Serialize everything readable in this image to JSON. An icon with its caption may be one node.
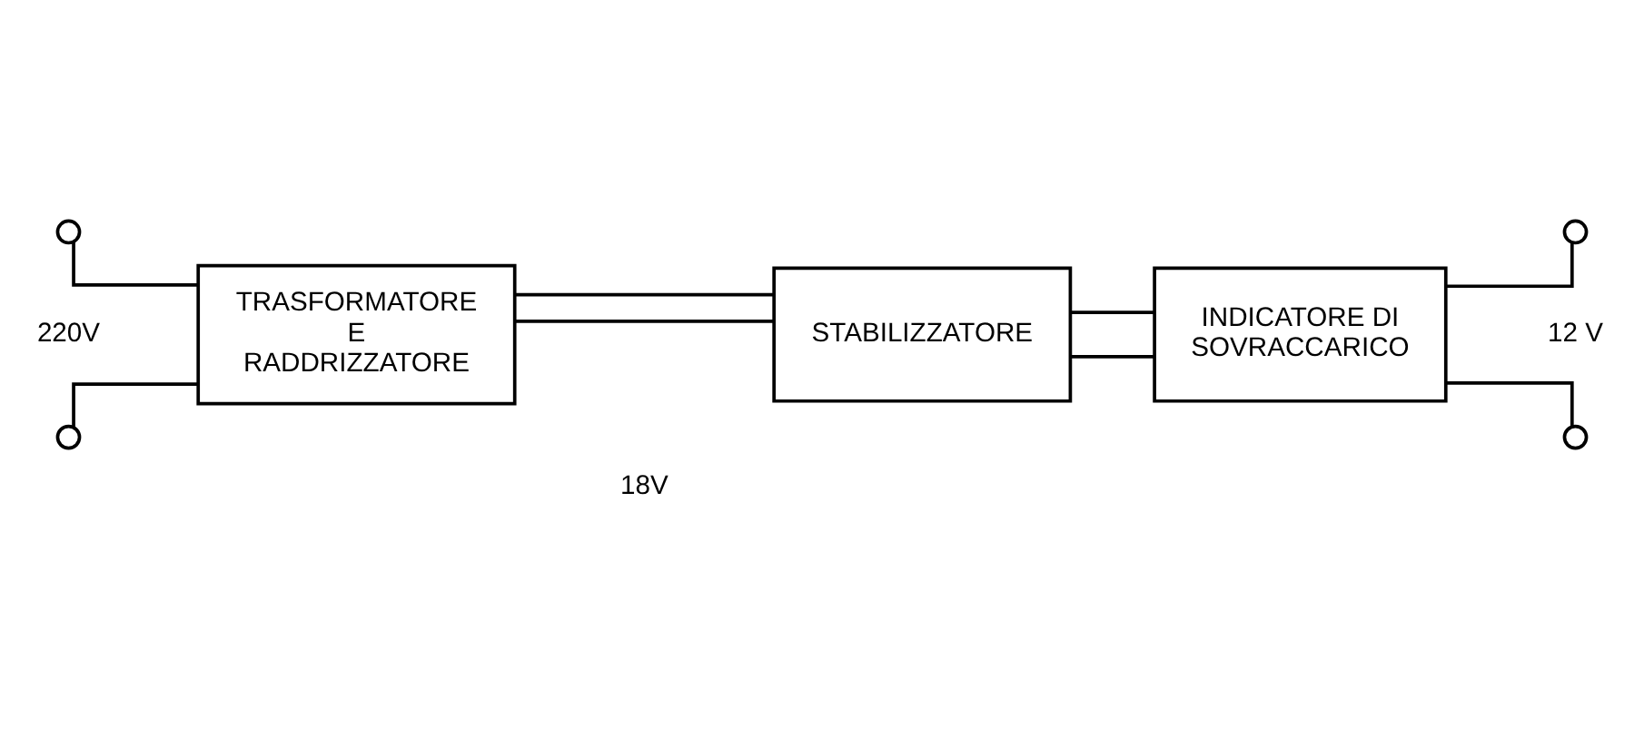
{
  "diagram": {
    "nodes": [
      {
        "text": [],
        "shape": "circle"
      },
      {
        "text": [],
        "shape": "circle"
      },
      {
        "text": [
          "TRASFORMATORE E RADDRIZZATORE"
        ]
      },
      {
        "text": [
          "STABILIZZATORE"
        ]
      },
      {
        "text": [
          "INDICATORE DI SOVRACCARICO"
        ]
      },
      {
        "text": [],
        "shape": "circle"
      },
      {
        "text": [],
        "shape": "circle"
      }
    ],
    "edges": [
      {
        "from": 0,
        "to": 2,
        "arrow": "none"
      },
      {
        "from": 1,
        "to": 2,
        "arrow": "none"
      },
      {
        "from": 2,
        "to": 3,
        "arrow": "none"
      },
      {
        "from": 2,
        "to": 3,
        "arrow": "none"
      },
      {
        "from": 3,
        "to": 4,
        "arrow": "none"
      },
      {
        "from": 3,
        "to": 4,
        "arrow": "none"
      },
      {
        "from": 4,
        "to": 5,
        "arrow": "none"
      },
      {
        "from": 4,
        "to": 6,
        "arrow": "none"
      }
    ],
    "labels": [
      "220V",
      "18V",
      "12 V"
    ]
  }
}
